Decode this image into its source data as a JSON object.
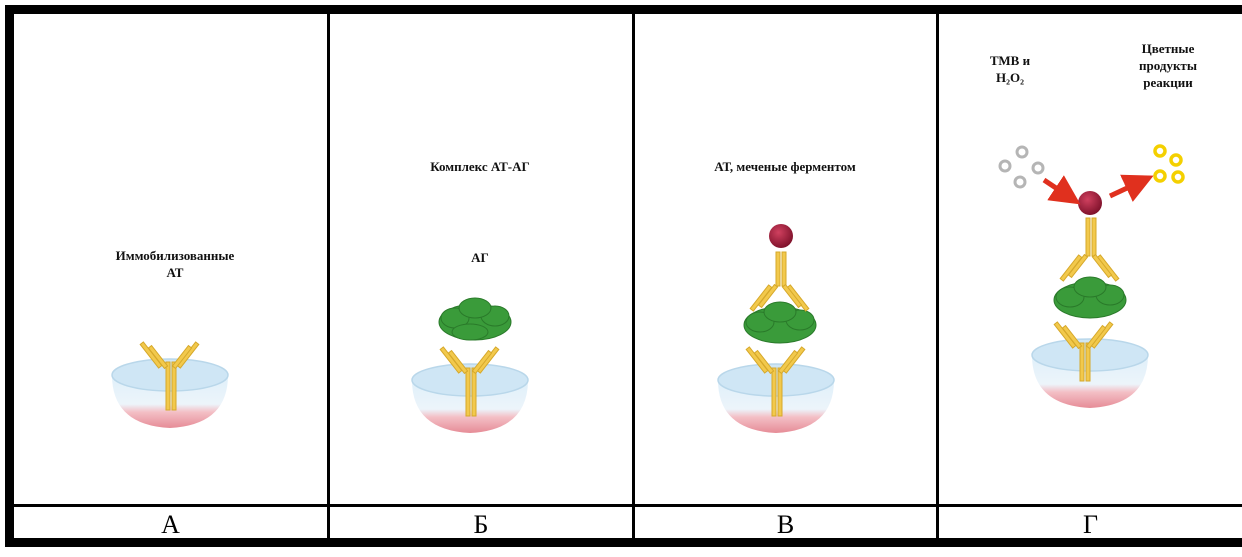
{
  "panels": [
    {
      "letter": "А",
      "captions": [
        "Иммобилизованные",
        "АТ"
      ]
    },
    {
      "letter": "Б",
      "captions": [
        "Комплекс АТ-АГ",
        "АГ"
      ]
    },
    {
      "letter": "В",
      "captions": [
        "АТ, меченые ферментом"
      ]
    },
    {
      "letter": "Г",
      "captions": [
        "ТМВ и",
        "Н₂О₂",
        "Цветные",
        "продукты",
        "реакции"
      ]
    }
  ],
  "colors": {
    "antibody": "#f2c94c",
    "antigen": "#3a9b3a",
    "enzyme": "#8e1230",
    "substrate": "#b5b5b5",
    "product": "#f4d000",
    "arrow": "#e0301e",
    "well_top": "#cfe6f5",
    "well_bottom": "#e98e98"
  }
}
